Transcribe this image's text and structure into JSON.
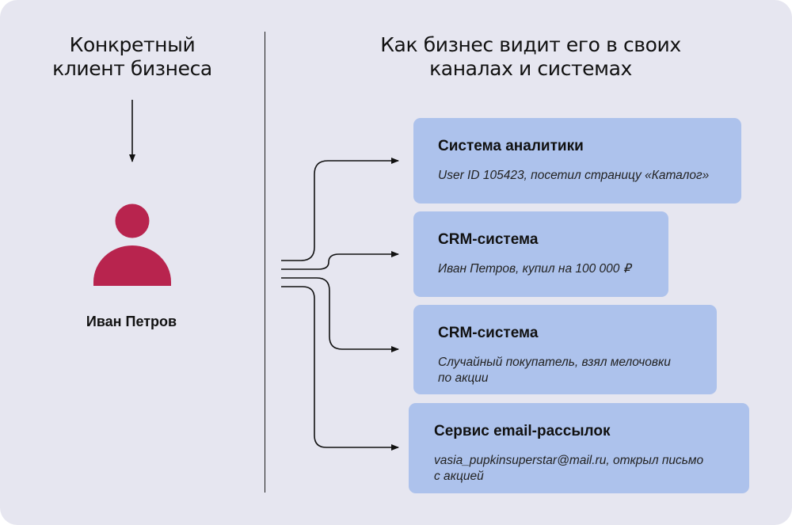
{
  "left_column": {
    "heading": "Конкретный\nклиент бизнеса",
    "person": {
      "name": "Иван Петров",
      "icon": "person-icon",
      "icon_color": "#b8244e"
    }
  },
  "right_column": {
    "heading": "Как бизнес видит его в своих\nканалах и системах",
    "cards": [
      {
        "title": "Система аналитики",
        "description": "User ID 105423, посетил страницу «Каталог»"
      },
      {
        "title": "CRM-система",
        "description": "Иван Петров, купил на 100 000 ₽"
      },
      {
        "title": "CRM-система",
        "description": "Случайный покупатель, взял мелочовки\nпо акции"
      },
      {
        "title": "Сервис email-рассылок",
        "description": "vasia_pupkinsuperstar@mail.ru, открыл письмо\nс акцией"
      }
    ]
  },
  "colors": {
    "background": "#e6e6f0",
    "card": "#adc2ec",
    "accent": "#b8244e",
    "lines": "#111111"
  }
}
